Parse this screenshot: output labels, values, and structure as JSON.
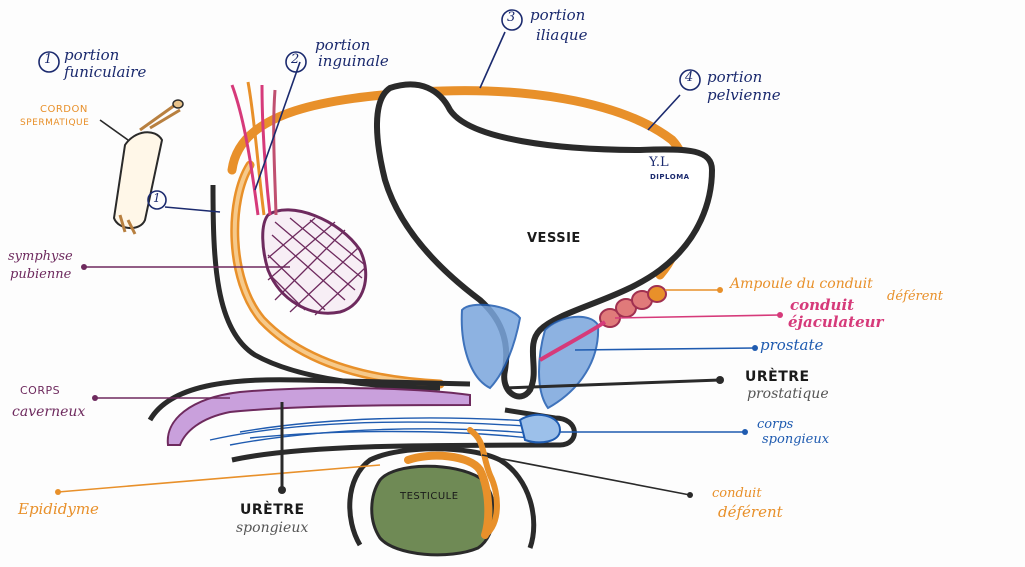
{
  "colors": {
    "orange": "#e8902a",
    "purple": "#6e2a5e",
    "pink": "#d63a7a",
    "blue": "#1f5bb0",
    "navy": "#1b2a6e",
    "dark": "#2a2a2a",
    "green": "#6f8a55",
    "prostate": "#7aa6dd",
    "caverneux": "#c9a0dc"
  },
  "labels": {
    "p1_num": "1",
    "p1_a": "portion",
    "p1_b": "funiculaire",
    "p2_num": "2",
    "p2_a": "portion",
    "p2_b": "inguinale",
    "p3_num": "3",
    "p3_a": "portion",
    "p3_b": "iliaque",
    "p4_num": "4",
    "p4_a": "portion",
    "p4_b": "pelvienne",
    "cordon_a": "CORDON",
    "cordon_b": "SPERMATIQUE",
    "marker1": "1",
    "symphyse_a": "symphyse",
    "symphyse_b": "pubienne",
    "vessie": "VESSIE",
    "signature_a": "Y.L",
    "signature_b": "DIPLOMA",
    "ampoule_a": "Ampoule du conduit",
    "ampoule_b": "déférent",
    "ejac_a": "conduit",
    "ejac_b": "éjaculateur",
    "prostate": "prostate",
    "uretre_pro_a": "URÈTRE",
    "uretre_pro_b": "prostatique",
    "corps_cav_a": "CORPS",
    "corps_cav_b": "caverneux",
    "corps_spong_a": "corps",
    "corps_spong_b": "spongieux",
    "epididyme": "Epididyme",
    "uretre_sp_a": "URÈTRE",
    "uretre_sp_b": "spongieux",
    "testicule": "TESTICULE",
    "deferent_a": "conduit",
    "deferent_b": "déférent"
  }
}
